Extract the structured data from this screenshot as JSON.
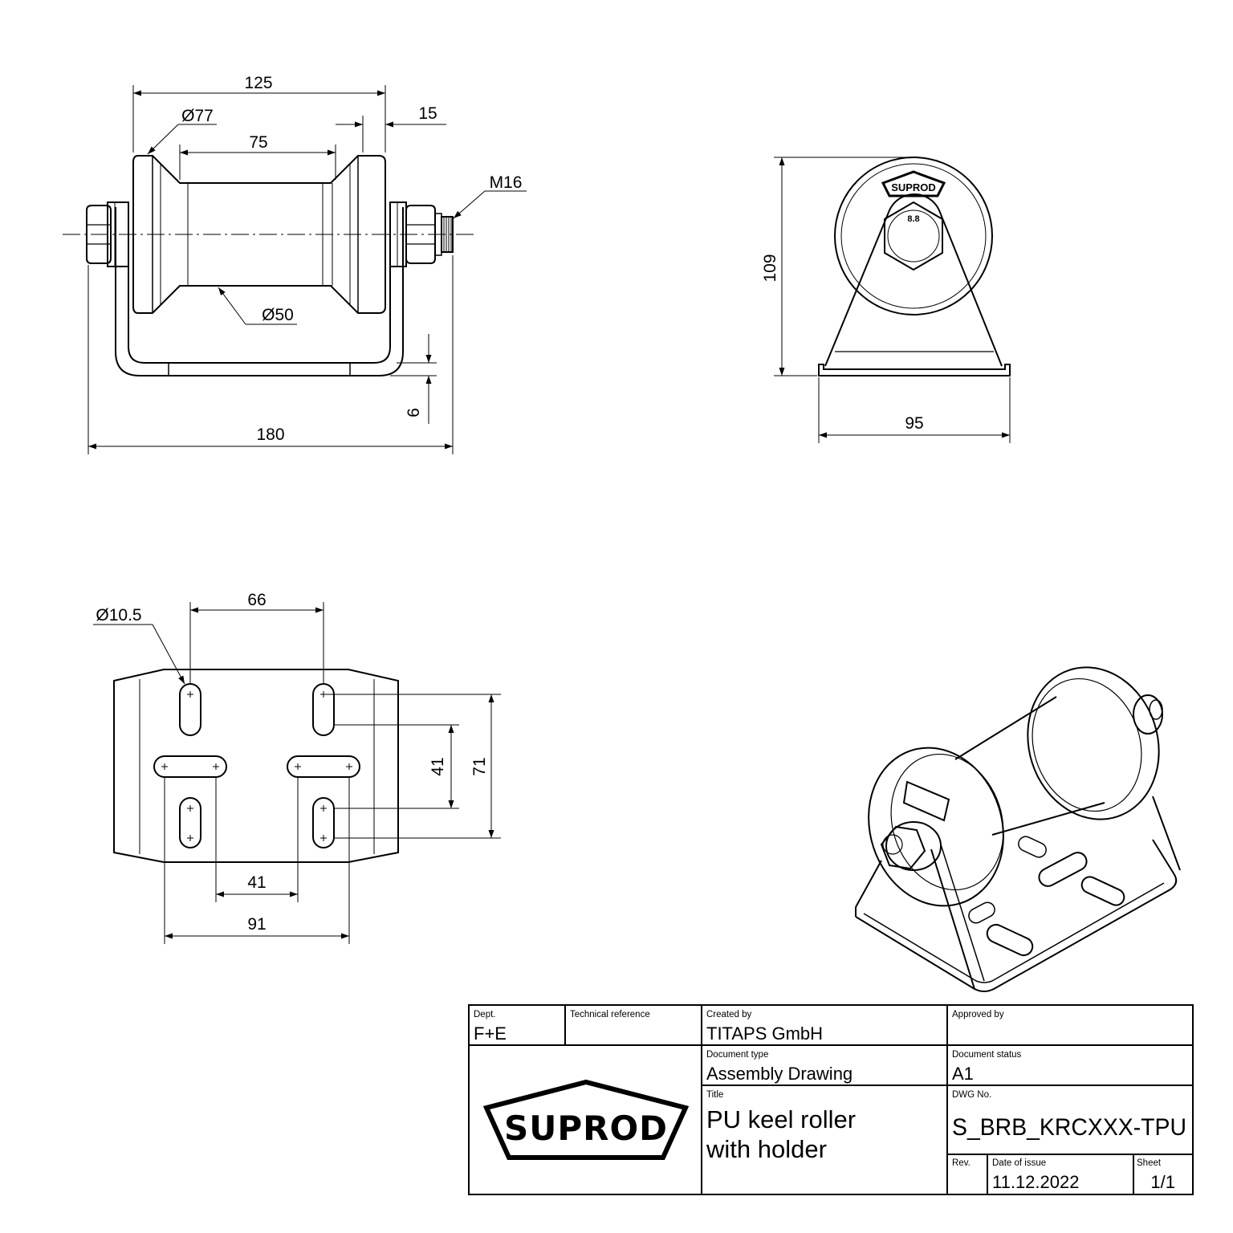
{
  "front_view": {
    "dim_total_roller": "125",
    "dim_flange_dia": "Ø77",
    "dim_center_len": "75",
    "dim_shaft_protrusion": "15",
    "dim_thread": "M16",
    "dim_core_dia": "Ø50",
    "dim_plate_thickness": "6",
    "dim_overall_width": "180"
  },
  "side_view": {
    "dim_height": "109",
    "dim_base_width": "95",
    "logo_text": "SUPROD",
    "bolt_grade": "8.8"
  },
  "plan_view": {
    "dim_hole_dia": "Ø10.5",
    "dim_hole_spacing": "66",
    "dim_slot_pitch_inner": "41",
    "dim_slot_pitch_outer": "71",
    "dim_slot_span_inner": "41",
    "dim_slot_span_outer": "91"
  },
  "title_block": {
    "dept_label": "Dept.",
    "dept_value": "F+E",
    "tech_ref_label": "Technical reference",
    "tech_ref_value": "",
    "created_by_label": "Created by",
    "created_by_value": "TITAPS GmbH",
    "approved_by_label": "Approved by",
    "approved_by_value": "",
    "doc_type_label": "Document type",
    "doc_type_value": "Assembly Drawing",
    "doc_status_label": "Document status",
    "doc_status_value": "A1",
    "title_label": "Title",
    "title_line1": "PU keel roller",
    "title_line2": "with holder",
    "dwg_no_label": "DWG No.",
    "dwg_no_value": "S_BRB_KRCXXX-TPU",
    "rev_label": "Rev.",
    "rev_value": "",
    "date_label": "Date of issue",
    "date_value": "11.12.2022",
    "sheet_label": "Sheet",
    "sheet_value": "1/1",
    "logo_text": "SUPROD"
  }
}
